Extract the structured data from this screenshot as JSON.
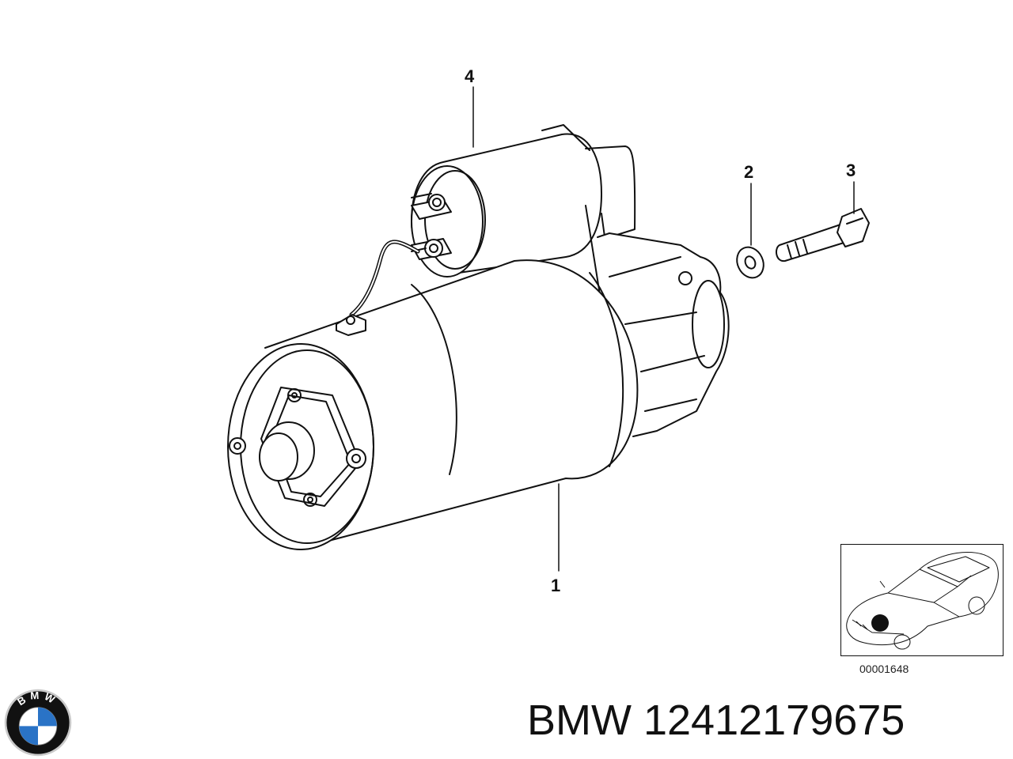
{
  "callouts": {
    "c1": "1",
    "c2": "2",
    "c3": "3",
    "c4": "4"
  },
  "inset": {
    "reference_number": "00001648"
  },
  "logo": {
    "letters": "BMW",
    "colors": {
      "blue": "#2a73c6",
      "black": "#111111",
      "white": "#ffffff",
      "silver": "#c9c9c9"
    }
  },
  "caption": {
    "brand": "BMW",
    "part_number": "12412179675"
  }
}
